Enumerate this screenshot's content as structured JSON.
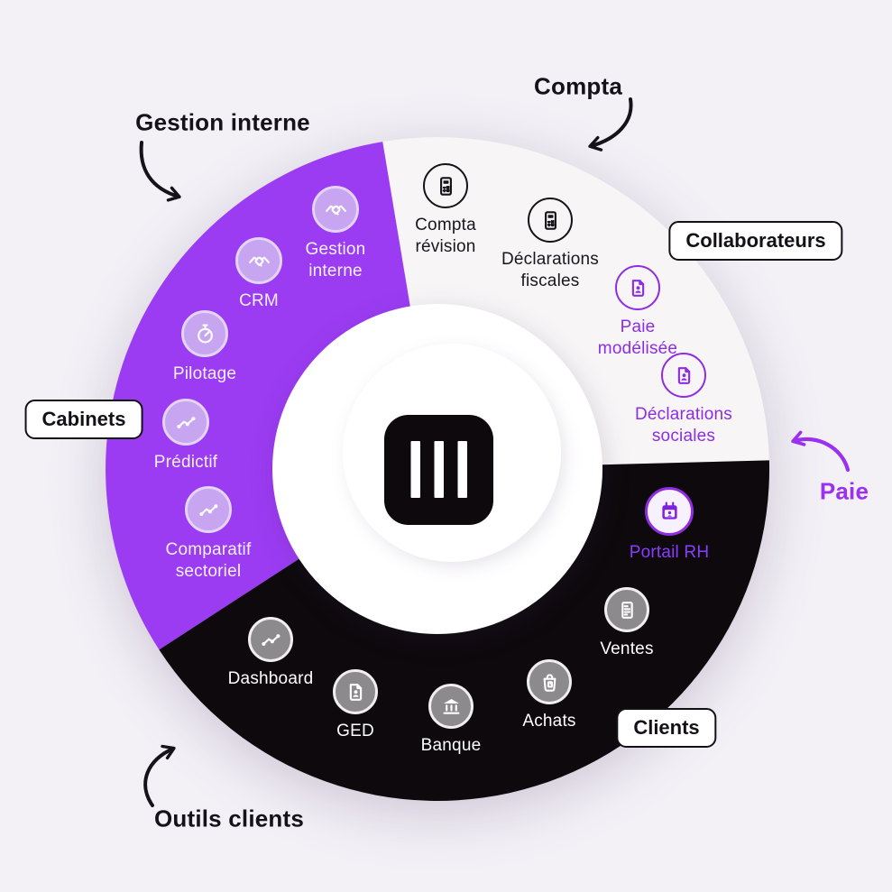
{
  "colors": {
    "page_background": "#f3f0f6",
    "purple_segment": "#9b3bf2",
    "white_segment": "#f7f5f6",
    "black_segment": "#0d090c",
    "ink": "#16121a",
    "accent_purple": "#8e2de2",
    "bright_purple": "#9b30f0",
    "icon_lavender": "#c7a5f0",
    "icon_gray": "#8d8a8d",
    "logo_black": "#0d090c",
    "white": "#ffffff"
  },
  "center": {
    "logo": "three-vertical-bars-logo"
  },
  "annotations": {
    "gestion_interne": "Gestion interne",
    "compta": "Compta",
    "paie": "Paie",
    "outils_clients": "Outils clients"
  },
  "badges": {
    "cabinets": "Cabinets",
    "collaborateurs": "Collaborateurs",
    "clients": "Clients"
  },
  "wheel": {
    "segments": [
      {
        "id": "segment-gestion-interne",
        "color_key": "purple_segment"
      },
      {
        "id": "segment-compta",
        "color_key": "white_segment"
      },
      {
        "id": "segment-outils-clients",
        "color_key": "black_segment"
      }
    ],
    "items": [
      {
        "id": "gestion-interne",
        "lines": [
          "Gestion",
          "interne"
        ],
        "icon": "handshake-icon",
        "variant": "lavender"
      },
      {
        "id": "crm",
        "lines": [
          "CRM"
        ],
        "icon": "handshake-icon",
        "variant": "lavender"
      },
      {
        "id": "pilotage",
        "lines": [
          "Pilotage"
        ],
        "icon": "stopwatch-icon",
        "variant": "lavender"
      },
      {
        "id": "predictif",
        "lines": [
          "Prédictif"
        ],
        "icon": "trend-icon",
        "variant": "lavender"
      },
      {
        "id": "comparatif-sectoriel",
        "lines": [
          "Comparatif",
          "sectoriel"
        ],
        "icon": "trend-icon",
        "variant": "lavender"
      },
      {
        "id": "compta-revision",
        "lines": [
          "Compta",
          "révision"
        ],
        "icon": "calculator-icon",
        "variant": "outline-black"
      },
      {
        "id": "declarations-fiscales",
        "lines": [
          "Déclarations",
          "fiscales"
        ],
        "icon": "calculator-icon",
        "variant": "outline-black"
      },
      {
        "id": "paie-modelisee",
        "lines": [
          "Paie",
          "modélisée"
        ],
        "icon": "payslip-icon",
        "variant": "outline-purple"
      },
      {
        "id": "declarations-sociales",
        "lines": [
          "Déclarations",
          "sociales"
        ],
        "icon": "payslip-icon",
        "variant": "outline-purple"
      },
      {
        "id": "portail-rh",
        "lines": [
          "Portail RH"
        ],
        "icon": "calendar-user-icon",
        "variant": "purple-badge"
      },
      {
        "id": "ventes",
        "lines": [
          "Ventes"
        ],
        "icon": "invoice-icon",
        "variant": "gray"
      },
      {
        "id": "achats",
        "lines": [
          "Achats"
        ],
        "icon": "shopping-bag-icon",
        "variant": "gray"
      },
      {
        "id": "banque",
        "lines": [
          "Banque"
        ],
        "icon": "bank-icon",
        "variant": "gray"
      },
      {
        "id": "ged",
        "lines": [
          "GED"
        ],
        "icon": "document-user-icon",
        "variant": "gray"
      },
      {
        "id": "dashboard",
        "lines": [
          "Dashboard"
        ],
        "icon": "trend-icon",
        "variant": "gray"
      }
    ]
  }
}
